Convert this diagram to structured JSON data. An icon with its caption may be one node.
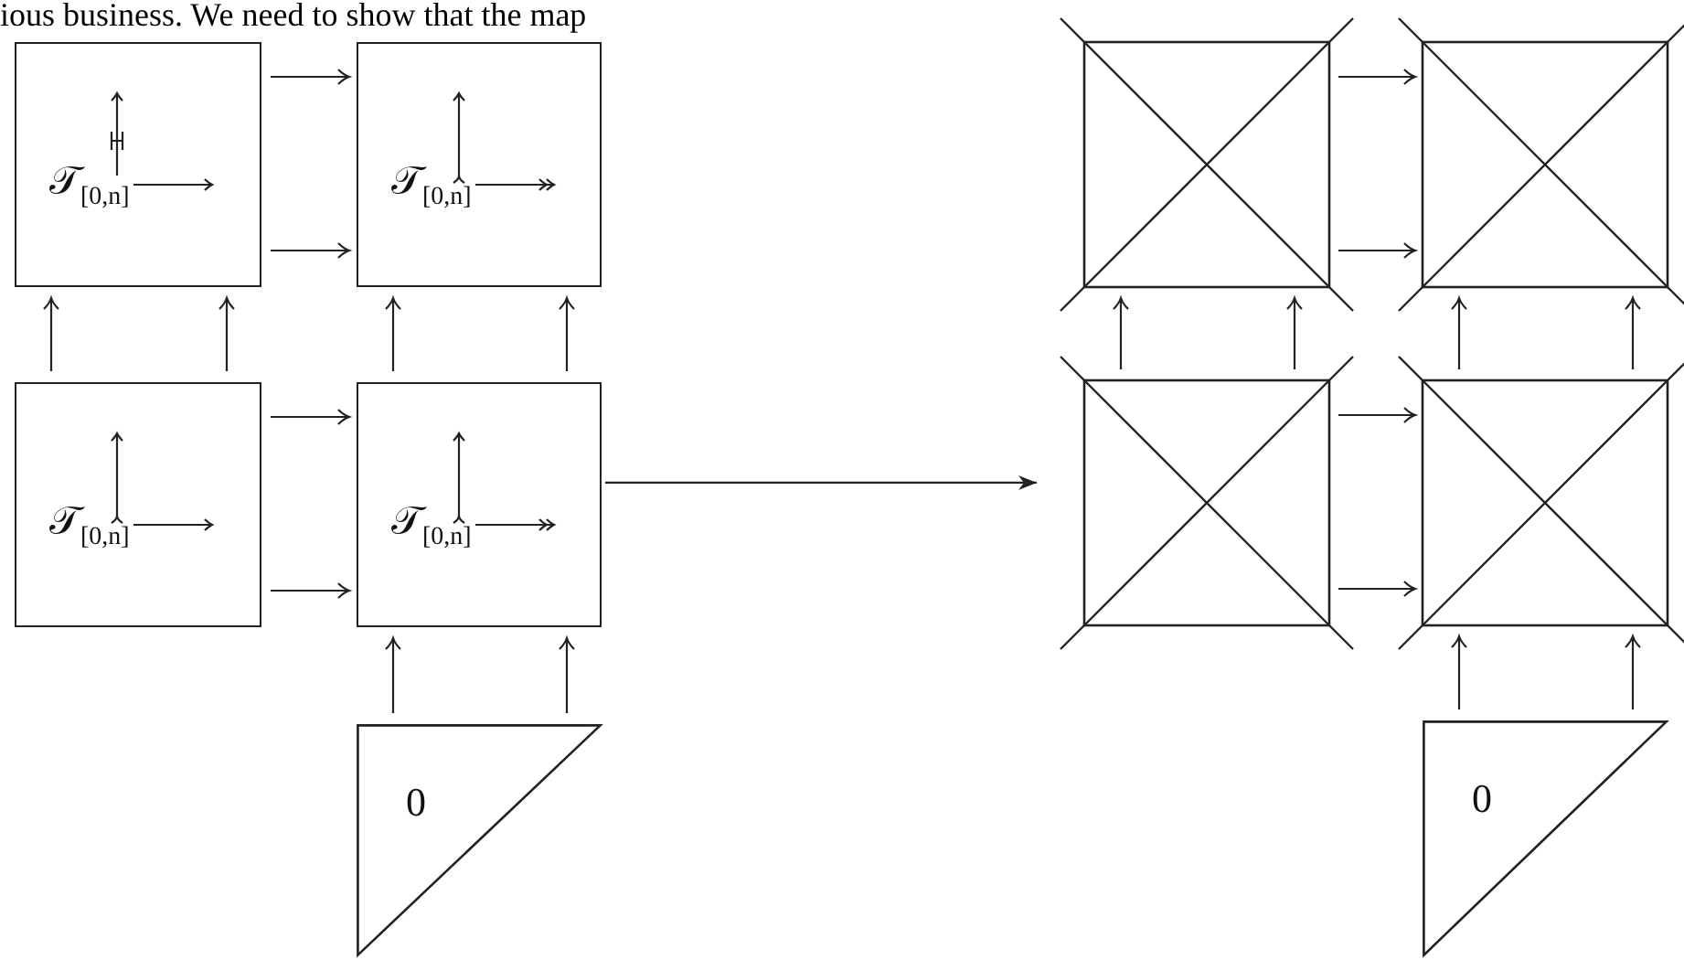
{
  "diagram": {
    "nodes": [
      {
        "text": [
          "𝒯$_{[0,n]}$"
        ]
      },
      {
        "text": [
          "𝒯$_{[0,n]}$"
        ]
      },
      {
        "text": [
          "𝒯$_{[0,n]}$"
        ]
      },
      {
        "text": [
          "𝒯$_{[0,n]}$"
        ]
      },
      {
        "text": [
          "0"
        ]
      },
      {
        "text": [],
        "shape": "box"
      },
      {
        "text": [],
        "shape": "box"
      },
      {
        "text": [],
        "shape": "box"
      },
      {
        "text": [],
        "shape": "box"
      },
      {
        "text": [
          "0"
        ]
      }
    ],
    "edges": [
      {
        "from": 0,
        "to": 1,
        "arrow": "to"
      },
      {
        "from": 0,
        "to": 1,
        "arrow": "to"
      },
      {
        "from": 2,
        "to": 0,
        "arrow": "to"
      },
      {
        "from": 2,
        "to": 0,
        "arrow": "to"
      },
      {
        "from": 3,
        "to": 1,
        "arrow": "to"
      },
      {
        "from": 3,
        "to": 1,
        "arrow": "to"
      },
      {
        "from": 2,
        "to": 3,
        "arrow": "to"
      },
      {
        "from": 2,
        "to": 3,
        "arrow": "to"
      },
      {
        "from": 4,
        "to": 3,
        "arrow": "to"
      },
      {
        "from": 4,
        "to": 3,
        "arrow": "to"
      },
      {
        "from": 3,
        "to": 7,
        "arrow": "to"
      },
      {
        "from": 5,
        "to": 6,
        "arrow": "to"
      },
      {
        "from": 5,
        "to": 6,
        "arrow": "to"
      },
      {
        "from": 7,
        "to": 5,
        "arrow": "to"
      },
      {
        "from": 7,
        "to": 5,
        "arrow": "to"
      },
      {
        "from": 8,
        "to": 6,
        "arrow": "to"
      },
      {
        "from": 8,
        "to": 6,
        "arrow": "to"
      },
      {
        "from": 7,
        "to": 8,
        "arrow": "to"
      },
      {
        "from": 7,
        "to": 8,
        "arrow": "to"
      },
      {
        "from": 9,
        "to": 8,
        "arrow": "to"
      },
      {
        "from": 9,
        "to": 8,
        "arrow": "to"
      }
    ],
    "labels": [
      "ious business. We need to show that the map"
    ]
  }
}
